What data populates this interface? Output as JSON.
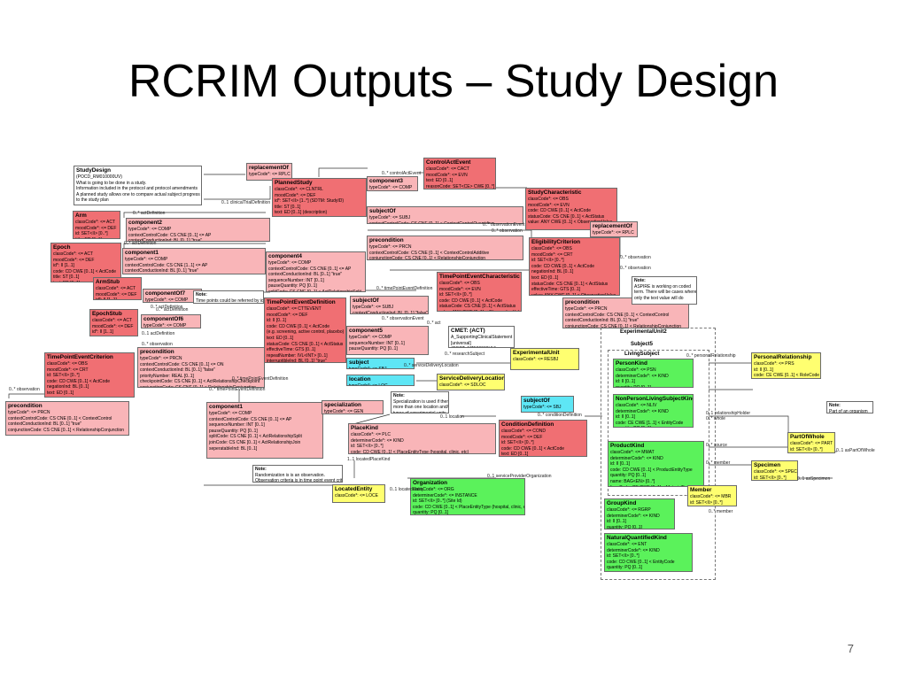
{
  "slide": {
    "title": "RCRIM Outputs – Study Design",
    "page_number": "7"
  },
  "groups": [
    {
      "id": "exp",
      "label": "ExperimentalUnit2"
    },
    {
      "id": "living",
      "label": "LivingSubject"
    },
    {
      "id": "subj5",
      "label": "Subject5"
    }
  ],
  "classes": [
    {
      "id": "studydesign",
      "title": "StudyDesign",
      "lines": [
        "(POCD_RM010000UV)",
        "What is going to be done in a study.",
        "Information included in the protocol and protocol amendments",
        "A planned study allows one to compare actual subject progress",
        "to the study plan"
      ]
    },
    {
      "id": "replacementOf1",
      "title": "replacementOf",
      "lines": [
        "typeCode*: <= RPLC"
      ]
    },
    {
      "id": "plannedstudy",
      "title": "PlannedStudy",
      "lines": [
        "classCode*: <= CLNTRL",
        "moodCode*: <= DEF",
        "id*: SET<II> [1..*] (SDTM: StudyID)",
        "title: ST [0..1]",
        "text: ED [0..1] (description)"
      ]
    },
    {
      "id": "component3",
      "title": "component3",
      "lines": [
        "typeCode*: <= COMP"
      ]
    },
    {
      "id": "controlactevent",
      "title": "ControlActEvent",
      "lines": [
        "classCode*: <= CACT",
        "moodCode*: <= EVN",
        "text: ED [0..1]",
        "reasonCode: SET<CE> CWE [0..*] < ActReason"
      ]
    },
    {
      "id": "studycharacteristic",
      "title": "StudyCharacteristic",
      "lines": [
        "classCode*: <= OBS",
        "moodCode*: <= EVN",
        "code: CD CWE [0..1] < ActCode",
        "statusCode: CS CNE [0..1] < ActStatus",
        "value: ANY CWE [0..1] < ObservationValue"
      ]
    },
    {
      "id": "arm",
      "title": "Arm",
      "lines": [
        "classCode*: <= ACT",
        "moodCode*: <= DEF",
        "id: SET<II> [0..*]",
        "title: ED [0..1]"
      ]
    },
    {
      "id": "component2",
      "title": "component2",
      "lines": [
        "typeCode*: <= COMP",
        "contextControlCode: CS CNE [0..1] <= AP",
        "contextConductionInd: BL [0..1] \"true\""
      ]
    },
    {
      "id": "subjectOf1",
      "title": "subjectOf",
      "lines": [
        "typeCode*: <= SUBJ",
        "contextControlCode: CS CNE [0..1] < ContextControlOverriding"
      ]
    },
    {
      "id": "replacementOf2",
      "title": "replacementOf",
      "lines": [
        "typeCode*: <= RPLC"
      ]
    },
    {
      "id": "epoch",
      "title": "Epoch",
      "lines": [
        "classCode*: <= ACT",
        "moodCode*: <= DEF",
        "id*: II [1..1]",
        "code: CD CWE [0..1] < ActCode",
        "title: ST [0..1]",
        "text: ED [0..1]"
      ]
    },
    {
      "id": "component1a",
      "title": "component1",
      "lines": [
        "typeCode*: <= COMP",
        "contextControlCode: CS CNE [1..1] <= AP",
        "contextConductionInd: BL [0..1] \"true\"",
        "sequenceNumber: INT [0..1]"
      ]
    },
    {
      "id": "precondition1",
      "title": "precondition",
      "lines": [
        "typeCode*: <= PRCN",
        "contextControlCode: CS CNE [0..1] < ContextControlAdditive",
        "conjunctionCode: CS CNE [0..1] < RelationshipConjunction"
      ]
    },
    {
      "id": "eligibility",
      "title": "EligibilityCriterion",
      "lines": [
        "classCode*: <= OBS",
        "moodCode*: <= CRT",
        "id: SET<II> [0..*]",
        "code: CD CWE [0..1] < ActCode",
        "negationInd: BL [0..1]",
        "text: ED [0..1]",
        "statusCode: CS CNE [0..1] < ActStatus",
        "effectiveTime: GTS [0..1]",
        "value: ANY CWE [0..1] < ObservationValue"
      ]
    },
    {
      "id": "armstub",
      "title": "ArmStub",
      "lines": [
        "classCode*: <= ACT",
        "moodCode*: <= DEF",
        "id*: II [1..1]"
      ]
    },
    {
      "id": "componentOf7",
      "title": "componentOf7",
      "lines": [
        "typeCode*: <= COMP",
        "contextConductionInd: BL [0..1] \"false\""
      ]
    },
    {
      "id": "component4",
      "title": "component4",
      "lines": [
        "typeCode*: <= COMP",
        "contextControlCode: CS CNE [0..1] <= AP",
        "contextConductionInd: BL [0..1] \"true\"",
        "sequenceNumber: INT [0..1]",
        "pauseQuantity: PQ [0..1]",
        "splitCode: CS CNE [0..1] < ActRelationshipSplit"
      ]
    },
    {
      "id": "tpec",
      "title": "TimePointEventCharacteristic",
      "lines": [
        "classCode*: <= OBS",
        "moodCode*: <= EVN",
        "id: SET<II> [0..*]",
        "code: CD CWE [0..1] < ActCode",
        "statusCode: CS CNE [0..1] < ActStatus",
        "value: ANY CWE [0..1] < ObservationValue"
      ]
    },
    {
      "id": "precondition2",
      "title": "precondition",
      "lines": [
        "typeCode*: <= PRCN",
        "contextControlCode: CS CNE [0..1] < ContextControl",
        "contextConductionInd: BL [0..1] \"true\"",
        "conjunctionCode: CS CNE [0..1] < RelationshipConjunction"
      ]
    },
    {
      "id": "epochstub",
      "title": "EpochStub",
      "lines": [
        "classCode*: <= ACT",
        "moodCode*: <= DEF",
        "id*: II [1..1]"
      ]
    },
    {
      "id": "componentOf6",
      "title": "componentOf6",
      "lines": [
        "typeCode*: <= COMP",
        "contextConductionInd: BL [0..1] \"false\""
      ]
    },
    {
      "id": "tped",
      "title": "TimePointEventDefinition",
      "lines": [
        "classCode*: <= CTTEVENT",
        "moodCode*: <= DEF",
        "id: II [0..1]",
        "code: CD CWE [0..1] < ActCode",
        "(e.g. screening, active control, placebo)",
        "text: ED [0..1]",
        "statusCode: CS CNE [0..1] < ActStatus",
        "effectiveTime: GTS [0..1]",
        "repeatNumber: IVL<INT> [0..1]",
        "interruptibleInd: BL [0..1] \"true\""
      ]
    },
    {
      "id": "subjectOf2",
      "title": "subjectOf",
      "lines": [
        "typeCode*: <= SUBJ",
        "contextConductionInd: BL [0..1] \"false\""
      ]
    },
    {
      "id": "component5",
      "title": "component5",
      "lines": [
        "typeCode*: <= COMP",
        "sequenceNumber: INT [0..1]",
        "pauseQuantity: PQ [0..1]"
      ]
    },
    {
      "id": "cmet",
      "title": "CMET: (ACT)",
      "lines": [
        "A_SupportingClinicalStatement",
        "[universal]",
        "(COCT_MT530000UV)"
      ]
    },
    {
      "id": "tpecrit",
      "title": "TimePointEventCriterion",
      "lines": [
        "classCode*: <= OBS",
        "moodCode*: <= CRT",
        "id: SET<II> [0..*]",
        "code: CD CWE [0..1] < ActCode",
        "negationInd: BL [0..1]",
        "text: ED [0..1]",
        "statusCode: CS CNE [0..1] < ActStatus",
        "value: ANY CWE [0..1] < ObservationValue"
      ]
    },
    {
      "id": "precondition3",
      "title": "precondition",
      "lines": [
        "typeCode*: <= PRCN",
        "contextControlCode: CS CNE [0..1] <= ON",
        "contextConductionInd: BL [0..1] \"false\"",
        "priorityNumber: REAL [0..1]",
        "checkpointCode: CS CNE [0..1] < ActRelationshipCheckpoint",
        "conjunctionCode: CS CNE [0..1] < RelationshipConjunction"
      ]
    },
    {
      "id": "subject",
      "title": "subject",
      "lines": [
        "typeCode*: <= SBJ"
      ]
    },
    {
      "id": "location",
      "title": "location",
      "lines": [
        "typeCode*: <= LOC"
      ]
    },
    {
      "id": "sdl",
      "title": "ServiceDeliveryLocation",
      "lines": [
        "classCode*: <= SDLOC"
      ]
    },
    {
      "id": "expunit",
      "title": "ExperimentalUnit",
      "lines": [
        "classCode*: <= RESBJ"
      ]
    },
    {
      "id": "precondition4",
      "title": "precondition",
      "lines": [
        "typeCode*: <= PRCN",
        "contextControlCode: CS CNE [0..1] < ContextControl",
        "contextConductionInd: BL [0..1] \"true\"",
        "conjunctionCode: CS CNE [0..1] < RelationshipConjunction"
      ]
    },
    {
      "id": "component1b",
      "title": "component1",
      "lines": [
        "typeCode*: <= COMP",
        "contextControlCode: CS CNE [0..1] <= AP",
        "sequenceNumber: INT [0..1]",
        "pauseQuantity: PQ [0..1]",
        "splitCode: CS CNE [0..1] < ActRelationshipSplit",
        "joinCode: CS CNE [0..1] < ActRelationshipJoin",
        "seperatableInd: BL [0..1]"
      ]
    },
    {
      "id": "specialization",
      "title": "specialization",
      "lines": [
        "typeCode*: <= GEN"
      ]
    },
    {
      "id": "subjectOf3",
      "title": "subjectOf",
      "lines": [
        "typeCode*: <= SBJ"
      ]
    },
    {
      "id": "conddef",
      "title": "ConditionDefinition",
      "lines": [
        "classCode*: <= COND",
        "moodCode*: <= DEF",
        "id: SET<II> [0..*]",
        "code: CD CWE [0..1] < ActCode",
        "text: ED [0..1]",
        "value: ANY CWE [0..1] < ObservationValue"
      ]
    },
    {
      "id": "placekind",
      "title": "PlaceKind",
      "lines": [
        "classCode*: <= PLC",
        "determinerCode*: <= KIND",
        "id: SET<II> [0..*]",
        "code: CD CWE [0..1] < PlaceEntityType (hospital, clinic, etc)",
        "quantity: PQ [0..1]"
      ]
    },
    {
      "id": "organization",
      "title": "Organization",
      "lines": [
        "classCode*: <= ORG",
        "determinerCode*: <= INSTANCE",
        "id: SET<II> [0..*] (Site Id)",
        "code: CD CWE [0..1] < PlaceEntityType (hospital, clinic, etc)",
        "quantity: PQ [0..1]"
      ]
    },
    {
      "id": "locatedentity",
      "title": "LocatedEntity",
      "lines": [
        "classCode*: <= LOCE"
      ]
    },
    {
      "id": "personkind",
      "title": "PersonKind",
      "lines": [
        "classCode*: <= PSN",
        "determinerCode*: <= KIND",
        "id: II [0..1]",
        "quantity: PQ [0..1]"
      ]
    },
    {
      "id": "npls",
      "title": "NonPersonLivingSubjectKind",
      "lines": [
        "classCode*: <= NLIV",
        "determinerCode*: <= KIND",
        "id: II [0..1]",
        "code: CE CWE [1..1] < EntityCode",
        "quantity: PQ [0..1]"
      ]
    },
    {
      "id": "productkind",
      "title": "ProductKind",
      "lines": [
        "classCode*: <= MMAT",
        "determinerCode*: <= KIND",
        "id: II [0..1]",
        "code: CD CWE [0..1] < ProductEntityType",
        "quantity: PQ [0..1]",
        "name: BAG<EN> [0..*]",
        "formCode: CE CWE [0..1] < MaterialForm"
      ]
    },
    {
      "id": "groupkind",
      "title": "GroupKind",
      "lines": [
        "classCode*: <= RGRP",
        "determinerCode*: <= KIND",
        "id: II [0..1]",
        "quantity: PQ [0..1]"
      ]
    },
    {
      "id": "nqk",
      "title": "NaturalQuantifiedKind",
      "lines": [
        "classCode*: <= ENT",
        "determinerCode*: <= KIND",
        "id: SET<II> [0..*]",
        "code: CD CWE [0..1] < EntityCode",
        "quantity: PQ [0..1]"
      ]
    },
    {
      "id": "member",
      "title": "Member",
      "lines": [
        "classCode*: <= MBR",
        "id: SET<II> [0..*]"
      ]
    },
    {
      "id": "personalrel",
      "title": "PersonalRelationship",
      "lines": [
        "classCode*: <= PRS",
        "id: II [0..1]",
        "code: CE CWE [0..1] < RoleCode"
      ]
    },
    {
      "id": "partofwhole",
      "title": "PartOfWhole",
      "lines": [
        "classCode*: <= PART",
        "id: SET<II> [0..*]"
      ]
    },
    {
      "id": "specimen",
      "title": "Specimen",
      "lines": [
        "classCode*: <= SPEC",
        "id: SET<II> [0..*]"
      ]
    }
  ],
  "notes": [
    {
      "id": "note1",
      "lines": [
        "Note:",
        "Time points could be referred by id"
      ]
    },
    {
      "id": "note2",
      "lines": [
        "Note:",
        "ASPIRE is working on coded",
        "term. There will be cases where",
        "only the text value will do"
      ]
    },
    {
      "id": "note3",
      "lines": [
        "Note:",
        "Specialization is used if there are",
        "more than one location and/or",
        "types of experimental units"
      ]
    },
    {
      "id": "note4",
      "lines": [
        "Note:",
        "Randomization is is an observation.",
        "Observation criteria is in time point event criteria"
      ]
    },
    {
      "id": "note5",
      "lines": [
        "Note:",
        "Part of an organism"
      ]
    }
  ],
  "edge_labels": [
    {
      "id": "e1",
      "text": "0..1 clinicalTrialDefinition"
    },
    {
      "id": "e2",
      "text": "0..* controlActEvent"
    },
    {
      "id": "e3",
      "text": "0..* actDefinition"
    },
    {
      "id": "e4",
      "text": "0..* actDefinition"
    },
    {
      "id": "e5",
      "text": "0..* observationEvent"
    },
    {
      "id": "e6",
      "text": "0..* observation"
    },
    {
      "id": "e7",
      "text": "0..* observation"
    },
    {
      "id": "e8",
      "text": "0..* observation"
    },
    {
      "id": "e9",
      "text": "0..* actDefinition"
    },
    {
      "id": "e10",
      "text": "0..* timePointEventDefinition"
    },
    {
      "id": "e11",
      "text": "0..* actDefinition"
    },
    {
      "id": "e12",
      "text": "0..1 actDefinition"
    },
    {
      "id": "e13",
      "text": "0..* observation"
    },
    {
      "id": "e14",
      "text": "0..* observationEvent"
    },
    {
      "id": "e15",
      "text": "0..* act"
    },
    {
      "id": "e16",
      "text": "0..* observation"
    },
    {
      "id": "e17",
      "text": "0..* researchSubject"
    },
    {
      "id": "e18",
      "text": "0..* serviceDeliveryLocation"
    },
    {
      "id": "e19",
      "text": "0..* timePointEventDefinition"
    },
    {
      "id": "e20",
      "text": "0..* timePointEventDefinition"
    },
    {
      "id": "e21",
      "text": "0..1 location"
    },
    {
      "id": "e22",
      "text": "0..* conditionDefinition"
    },
    {
      "id": "e23",
      "text": "1..1 locatedPlaceKind"
    },
    {
      "id": "e24",
      "text": "0..1 locatedEntity"
    },
    {
      "id": "e25",
      "text": "0..1 serviceProviderOrganization"
    },
    {
      "id": "e26",
      "text": "0..* personalRelationship"
    },
    {
      "id": "e27",
      "text": "0..1 relationshipHolder"
    },
    {
      "id": "e28",
      "text": "0..* whole"
    },
    {
      "id": "e29",
      "text": "0..* source"
    },
    {
      "id": "e30",
      "text": "0..* member"
    },
    {
      "id": "e31",
      "text": "0..1 asPartOfWhole"
    },
    {
      "id": "e32",
      "text": "0..* member"
    },
    {
      "id": "e33",
      "text": "0..1 asSpecimen"
    }
  ]
}
